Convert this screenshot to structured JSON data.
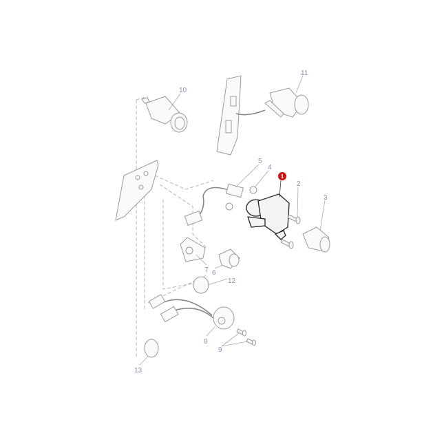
{
  "diagram": {
    "highlight_color": "#d01010",
    "callouts": {
      "c1": "1",
      "c2": "2",
      "c3": "3",
      "c4": "4",
      "c5": "5",
      "c6": "6",
      "c7": "7",
      "c8": "8",
      "c9": "9",
      "c10": "10",
      "c11": "11",
      "c12": "12",
      "c13": "13"
    }
  }
}
